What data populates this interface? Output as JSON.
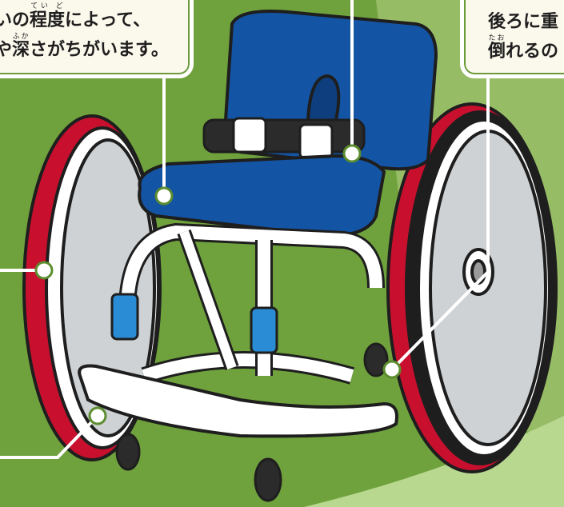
{
  "callouts": {
    "left": {
      "line1_pre": "いの",
      "line1_kanji": "程度",
      "line1_ruby": "てい ど",
      "line1_post": "によって、",
      "line2_pre": "や",
      "line2_kanji": "深",
      "line2_ruby": "ふか",
      "line2_post": "さがちがいます。"
    },
    "right": {
      "line1": "後ろに重",
      "line2_kanji": "倒",
      "line2_ruby": "たお",
      "line2_post": "れるの"
    }
  },
  "colors": {
    "background": "#6fa23c",
    "seat": "#1454a4",
    "wheel_rim": "#c8102e",
    "frame": "#ffffff",
    "accent_blue": "#2a8cd4",
    "leader_line": "#ffffff"
  }
}
